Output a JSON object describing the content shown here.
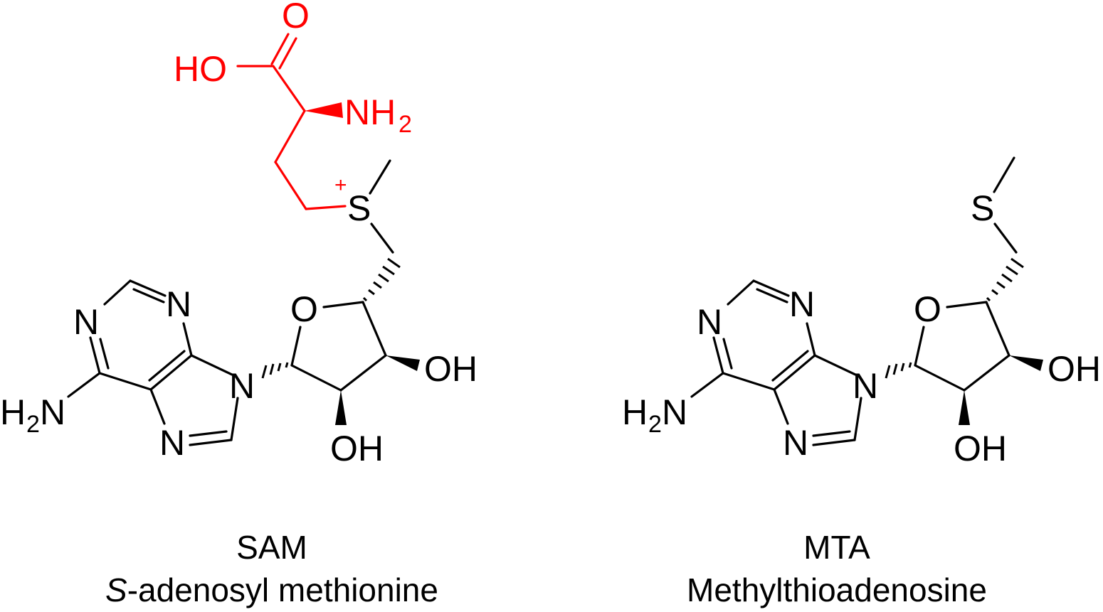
{
  "colors": {
    "ink": "#000000",
    "highlight": "#ff0000",
    "background": "#ffffff"
  },
  "sam": {
    "abbr": "SAM",
    "name_italic": "S",
    "name_rest": "-adenosyl methionine",
    "atoms": {
      "o_carbonyl": "O",
      "ho_acid": "HO",
      "nh2_alpha": "NH",
      "nh2_alpha_sub": "2",
      "s_plus": "S",
      "charge": "+",
      "n1": "N",
      "n3": "N",
      "n7": "N",
      "n9": "N",
      "o_ring": "O",
      "oh_3": "OH",
      "oh_2": "OH",
      "h2n_h": "H",
      "h2n_sub": "2",
      "h2n_n": "N"
    }
  },
  "mta": {
    "abbr": "MTA",
    "name": "Methylthioadenosine",
    "atoms": {
      "s": "S",
      "n1": "N",
      "n3": "N",
      "n7": "N",
      "n9": "N",
      "o_ring": "O",
      "oh_3": "OH",
      "oh_2": "OH",
      "h2n_h": "H",
      "h2n_sub": "2",
      "h2n_n": "N"
    }
  }
}
